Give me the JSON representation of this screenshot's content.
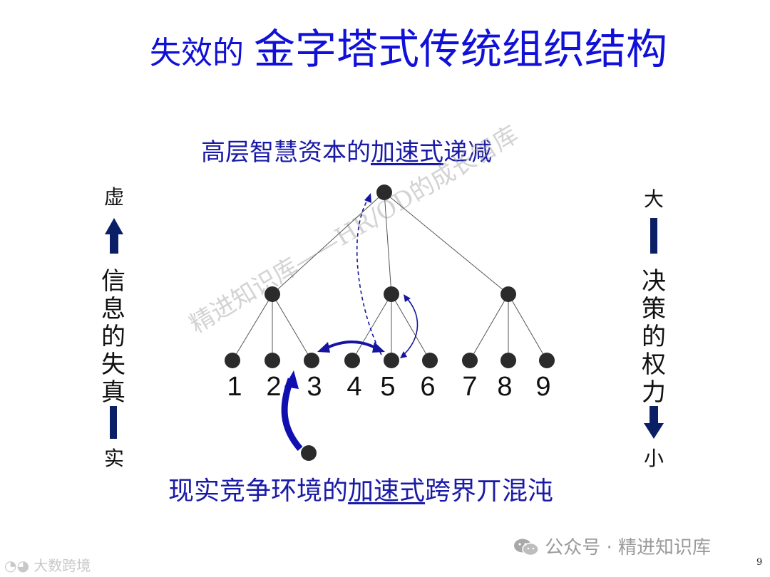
{
  "slide": {
    "title_part1": "失效的",
    "title_part2": "金字塔式传统组织结构",
    "subtitle_prefix": "高层智慧资本的",
    "subtitle_underlined": "加速式",
    "subtitle_suffix": "递减",
    "bottom_prefix": "现实竞争环境的",
    "bottom_underlined": "加速式",
    "bottom_suffix": "跨界丌混沌",
    "left_top": "虚",
    "left_vertical": "信息的失真",
    "left_bottom": "实",
    "right_top": "大",
    "right_vertical": "决策的权力",
    "right_bottom": "小",
    "leaf_numbers": [
      "1",
      "2",
      "3",
      "4",
      "5",
      "6",
      "7",
      "8",
      "9"
    ],
    "watermark": "精进知识库——HR/OD的成长智库",
    "footer_account": "公众号 · 精进知识库",
    "brand_mark": "大数跨境",
    "page_number": "9"
  },
  "colors": {
    "title_blue": "#1010d8",
    "caption_blue": "#1a1aa8",
    "arrow_navy": "#0b1f66",
    "node_fill": "#2b2b2b",
    "curve_blue": "#1515a0"
  },
  "icons": [
    "up-arrow-icon",
    "down-arrow-icon",
    "wechat-icon"
  ]
}
